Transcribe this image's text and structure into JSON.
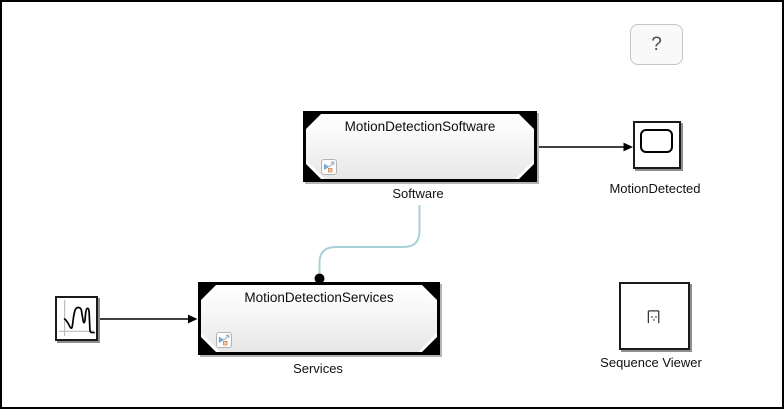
{
  "help_button": {
    "label": "?"
  },
  "blocks": {
    "software": {
      "title": "MotionDetectionSoftware",
      "caption": "Software"
    },
    "services": {
      "title": "MotionDetectionServices",
      "caption": "Services"
    },
    "scope": {
      "caption": "MotionDetected"
    },
    "sequence_viewer": {
      "caption": "Sequence Viewer"
    },
    "signal_source": {
      "icon": "signal-waveform-icon"
    }
  },
  "icons": {
    "help": "question-mark",
    "software_badge": "model-reference-badge-icon",
    "services_badge": "model-reference-badge-icon",
    "scope": "scope-screen-icon",
    "sequence_viewer": "sequence-lifelines-icon",
    "signal_source": "signal-waveform-icon"
  },
  "colors": {
    "canvas_background": "#ffffff",
    "frame_border": "#000000",
    "block_border": "#000000",
    "block_gradient_top": "#ffffff",
    "block_gradient_bottom": "#e7e7e7",
    "wire": "#000000",
    "connector_teal": "#a9d2d8",
    "shadow": "#8e8e8e",
    "badge_blue": "#7fb2d6",
    "badge_orange": "#efc9ac"
  }
}
